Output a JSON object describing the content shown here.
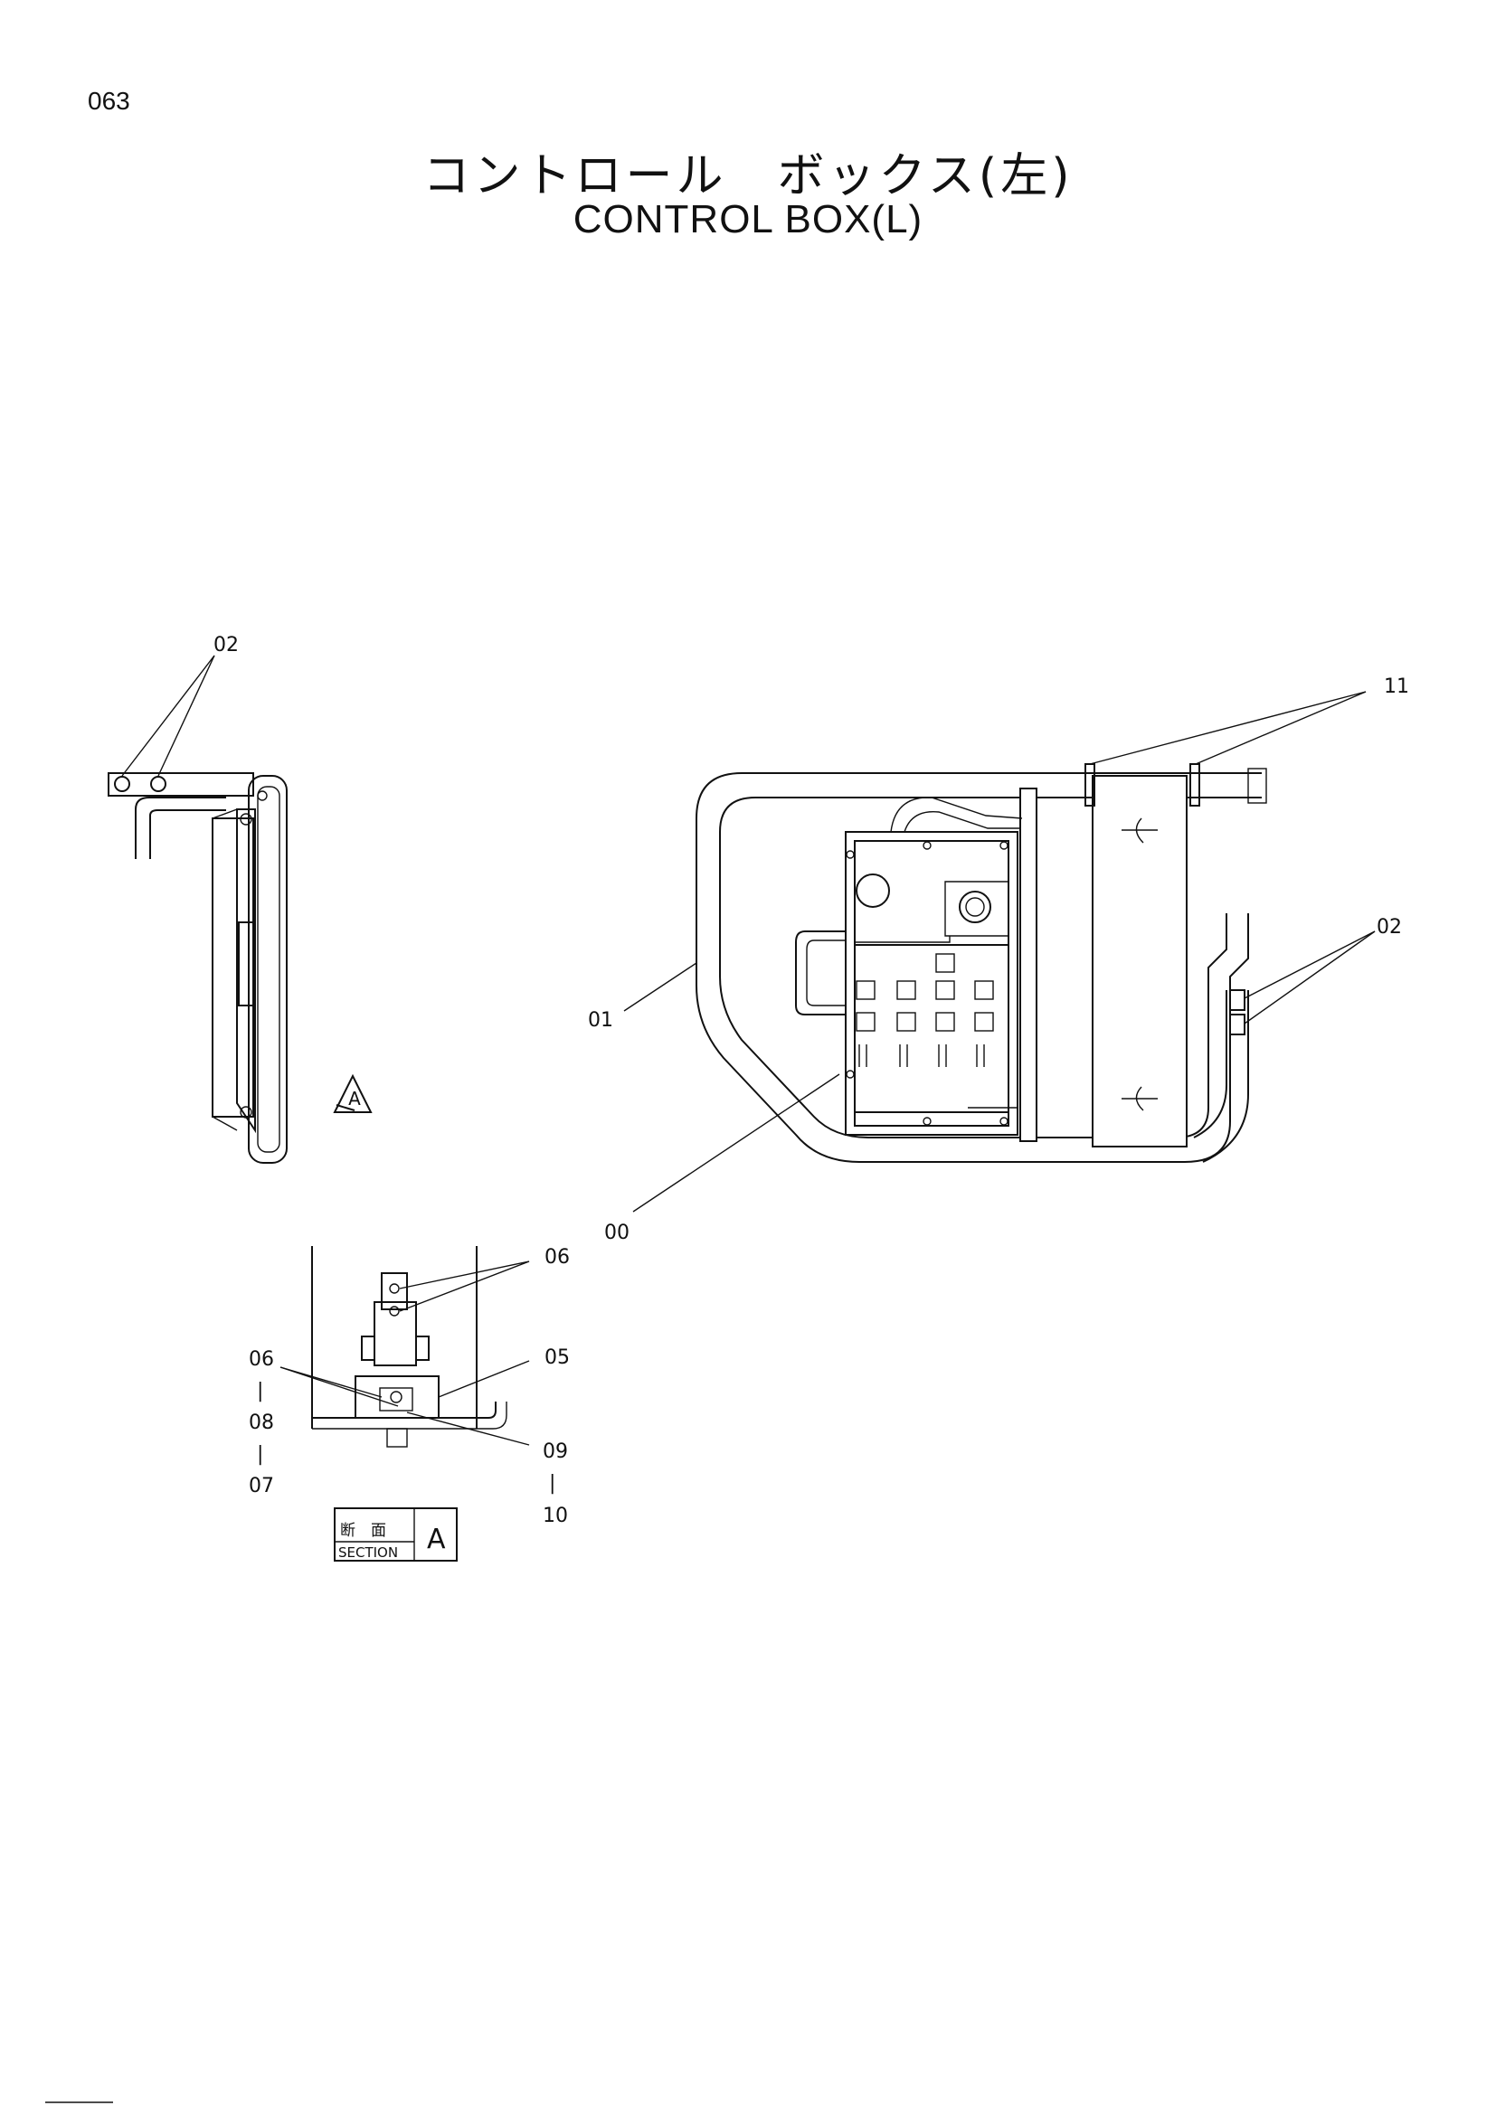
{
  "page_number": "063",
  "title_jp": "コントロール　ボックス(左)",
  "title_en": "CONTROL  BOX(L)",
  "callouts": {
    "c00": "00",
    "c01": "01",
    "c02_side": "02",
    "c02_main": "02",
    "c05": "05",
    "c06_top": "06",
    "c06_left": "06",
    "c07": "07",
    "c08": "08",
    "c09": "09",
    "c10": "10",
    "c11": "11",
    "sep1": "|",
    "sep2": "|",
    "sep3": "|"
  },
  "view_marker": "A",
  "section_label": {
    "kanji": "断　面",
    "text": "SECTION",
    "letter": "A"
  }
}
